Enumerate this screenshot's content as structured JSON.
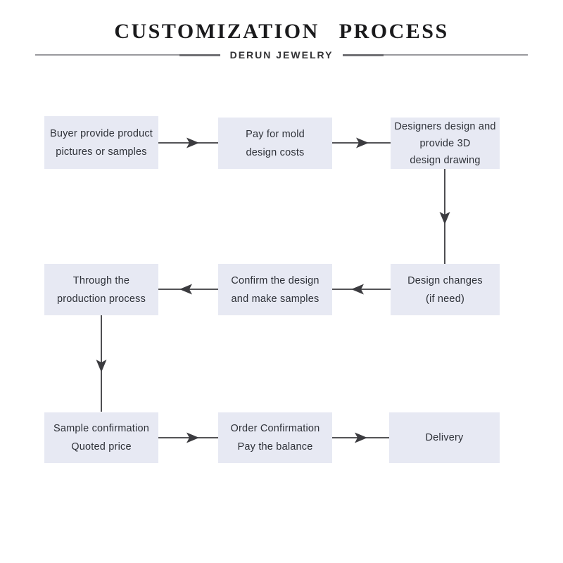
{
  "header": {
    "title": "CUSTOMIZATION PROCESS",
    "subtitle": "DERUN JEWELRY"
  },
  "flow": {
    "nodes": [
      {
        "id": "buyer-provide",
        "lines": [
          "Buyer provide product",
          "pictures or samples"
        ]
      },
      {
        "id": "pay-mold",
        "lines": [
          "Pay for mold",
          "design costs"
        ]
      },
      {
        "id": "designers-design",
        "lines": [
          "Designers design and",
          "provide 3D",
          "design drawing"
        ]
      },
      {
        "id": "production-process",
        "lines": [
          "Through the",
          "production process"
        ]
      },
      {
        "id": "confirm-design",
        "lines": [
          "Confirm the design",
          "and make samples"
        ]
      },
      {
        "id": "design-changes",
        "lines": [
          "Design changes",
          "(if need)"
        ]
      },
      {
        "id": "sample-confirmation",
        "lines": [
          "Sample confirmation",
          "Quoted price"
        ]
      },
      {
        "id": "order-confirmation",
        "lines": [
          "Order Confirmation",
          "Pay the balance"
        ]
      },
      {
        "id": "delivery",
        "lines": [
          "Delivery"
        ]
      }
    ],
    "edges": [
      {
        "from": "buyer-provide",
        "to": "pay-mold",
        "direction": "right"
      },
      {
        "from": "pay-mold",
        "to": "designers-design",
        "direction": "right"
      },
      {
        "from": "designers-design",
        "to": "design-changes",
        "direction": "down"
      },
      {
        "from": "design-changes",
        "to": "confirm-design",
        "direction": "left"
      },
      {
        "from": "confirm-design",
        "to": "production-process",
        "direction": "left"
      },
      {
        "from": "production-process",
        "to": "sample-confirmation",
        "direction": "down"
      },
      {
        "from": "sample-confirmation",
        "to": "order-confirmation",
        "direction": "right"
      },
      {
        "from": "order-confirmation",
        "to": "delivery",
        "direction": "right"
      }
    ]
  },
  "colors": {
    "node_fill": "#e7e9f3",
    "node_text": "#2e3138",
    "arrow": "#3b3b3f",
    "title": "#1a1a1c",
    "rule_thin": "#9a9a9e",
    "rule_thick": "#6f6f73"
  }
}
